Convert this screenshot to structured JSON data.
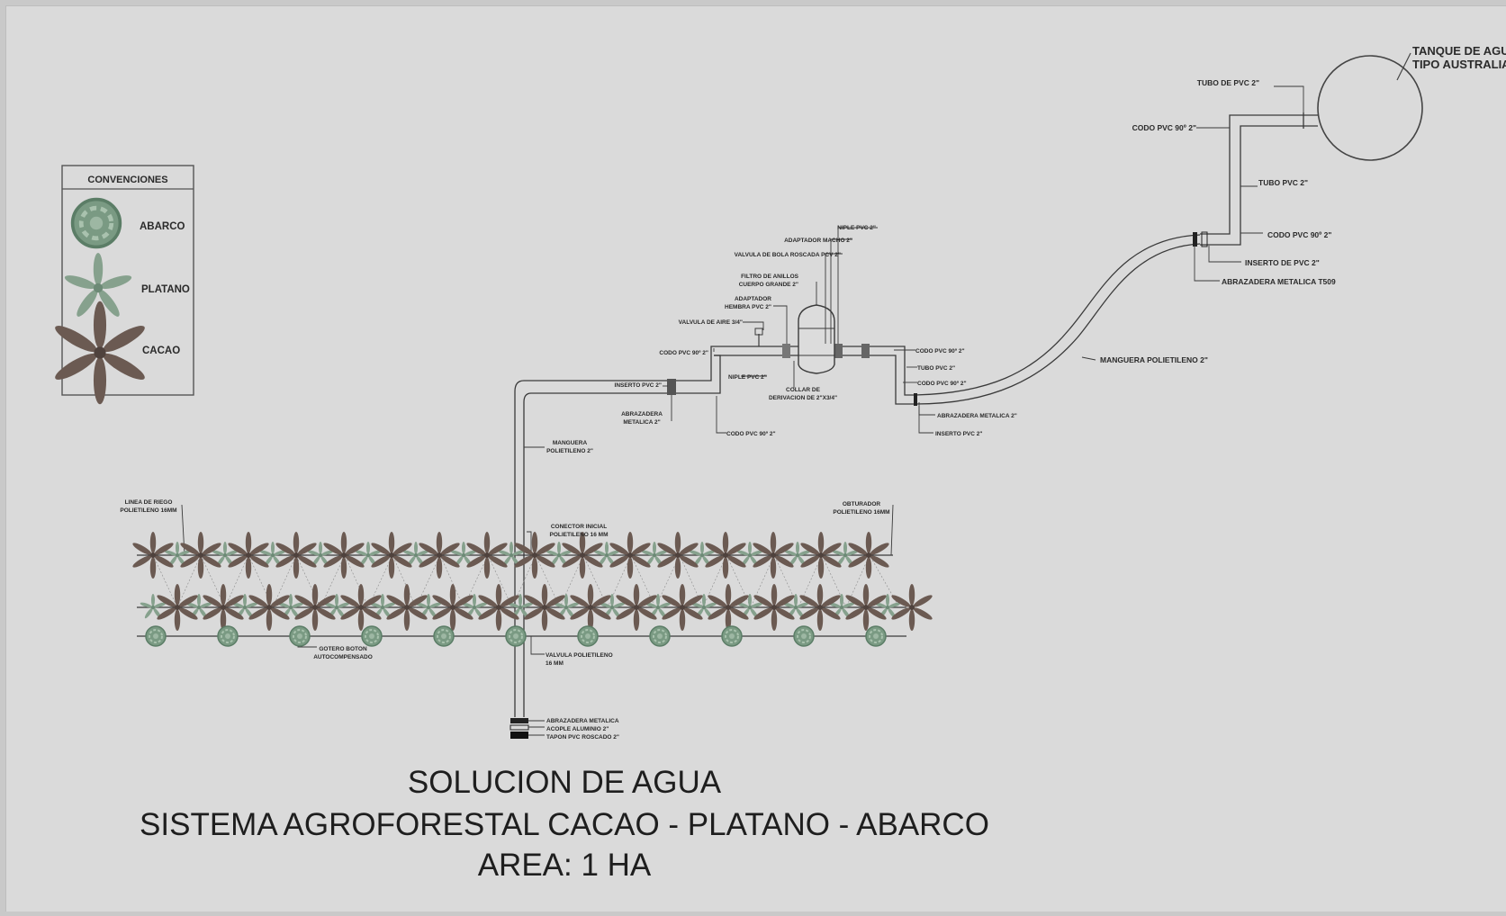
{
  "legend": {
    "title": "CONVENCIONES",
    "items": [
      {
        "label": "ABARCO",
        "icon": "abarco-tree-icon"
      },
      {
        "label": "PLATANO",
        "icon": "platano-plant-icon"
      },
      {
        "label": "CACAO",
        "icon": "cacao-plant-icon"
      }
    ]
  },
  "tank": {
    "label_line1": "TANQUE DE AGUA",
    "label_line2": "TIPO AUSTRALIANO"
  },
  "labels": {
    "tubo_pvc_2_top": "TUBO DE PVC 2\"",
    "codo_pvc_90_top": "CODO PVC 90º 2\"",
    "tubo_pvc_2_vertical": "TUBO PVC  2\"",
    "codo_pvc_90_bottom": "CODO PVC 90º 2\"",
    "inserto_pvc_2_right": "INSERTO DE PVC 2\"",
    "abrazadera_t509": "ABRAZADERA METALICA T509",
    "manguera_2_main": "MANGUERA POLIETILENO 2\"",
    "niple_pvc_2_top": "NIPLE PVC 2\"",
    "adaptador_macho": "ADAPTADOR MACHO 2\"",
    "valvula_bola": "VALVULA DE BOLA ROSCADA PCV 2\"",
    "filtro_line1": "FILTRO  DE ANILLOS",
    "filtro_line2": "CUERPO GRANDE 2\"",
    "adaptador_hembra_line1": "ADAPTADOR",
    "adaptador_hembra_line2": "HEMBRA PVC 2\"",
    "valvula_aire": "VALVULA DE AIRE 3/4\"",
    "codo_pvc_90_left_top": "CODO PVC 90º 2\"",
    "niple_pvc_2_low": "NIPLE PVC 2\"",
    "collar_line1": "COLLAR DE",
    "collar_line2": "DERIVACION DE 2\"X3/4\"",
    "inserto_pvc_2_left": "INSERTO PVC 2\"",
    "abrazadera_left_line1": "ABRAZADERA",
    "abrazadera_left_line2": "METALICA 2\"",
    "codo_pvc_90_left_bottom": "CODO PVC 90º 2\"",
    "codo_pvc_90_right_top": "CODO PVC 90º 2\"",
    "tubo_pvc_2_right": "TUBO PVC 2\"",
    "codo_pvc_90_right_bottom": "CODO PVC 90º 2\"",
    "abrazadera_right": "ABRAZADERA METALICA 2\"",
    "inserto_pvc_2_right_low": "INSERTO PVC 2\"",
    "manguera_vertical_line1": "MANGUERA",
    "manguera_vertical_line2": "POLIETILENO 2\"",
    "linea_riego_line1": "LINEA DE RIEGO",
    "linea_riego_line2": "POLIETILENO 16MM",
    "conector_line1": "CONECTOR INICIAL",
    "conector_line2": "POLIETILENO 16 MM",
    "obturador_line1": "OBTURADOR",
    "obturador_line2": "POLIETILENO 16MM",
    "gotero_line1": "GOTERO BOTON",
    "gotero_line2": "AUTOCOMPENSADO",
    "valvula_poli_line1": "VALVULA POLIETILENO",
    "valvula_poli_line2": "16 MM",
    "abrazadera_bottom": "ABRAZADERA METALICA",
    "acople": "ACOPLE ALUMINIO 2\"",
    "tapon": "TAPON PVC ROSCADO 2\""
  },
  "titles": {
    "line1": "SOLUCION DE AGUA",
    "line2": "SISTEMA AGROFORESTAL CACAO - PLATANO - ABARCO",
    "line3": "AREA:  1 HA"
  },
  "colors": {
    "background": "#dadada",
    "line": "#3a3a3a",
    "pipe_fill": "#d4d4d4",
    "cacao": "#6b5a52",
    "platano": "#7f9a86",
    "abarco": "#6f8f78"
  }
}
